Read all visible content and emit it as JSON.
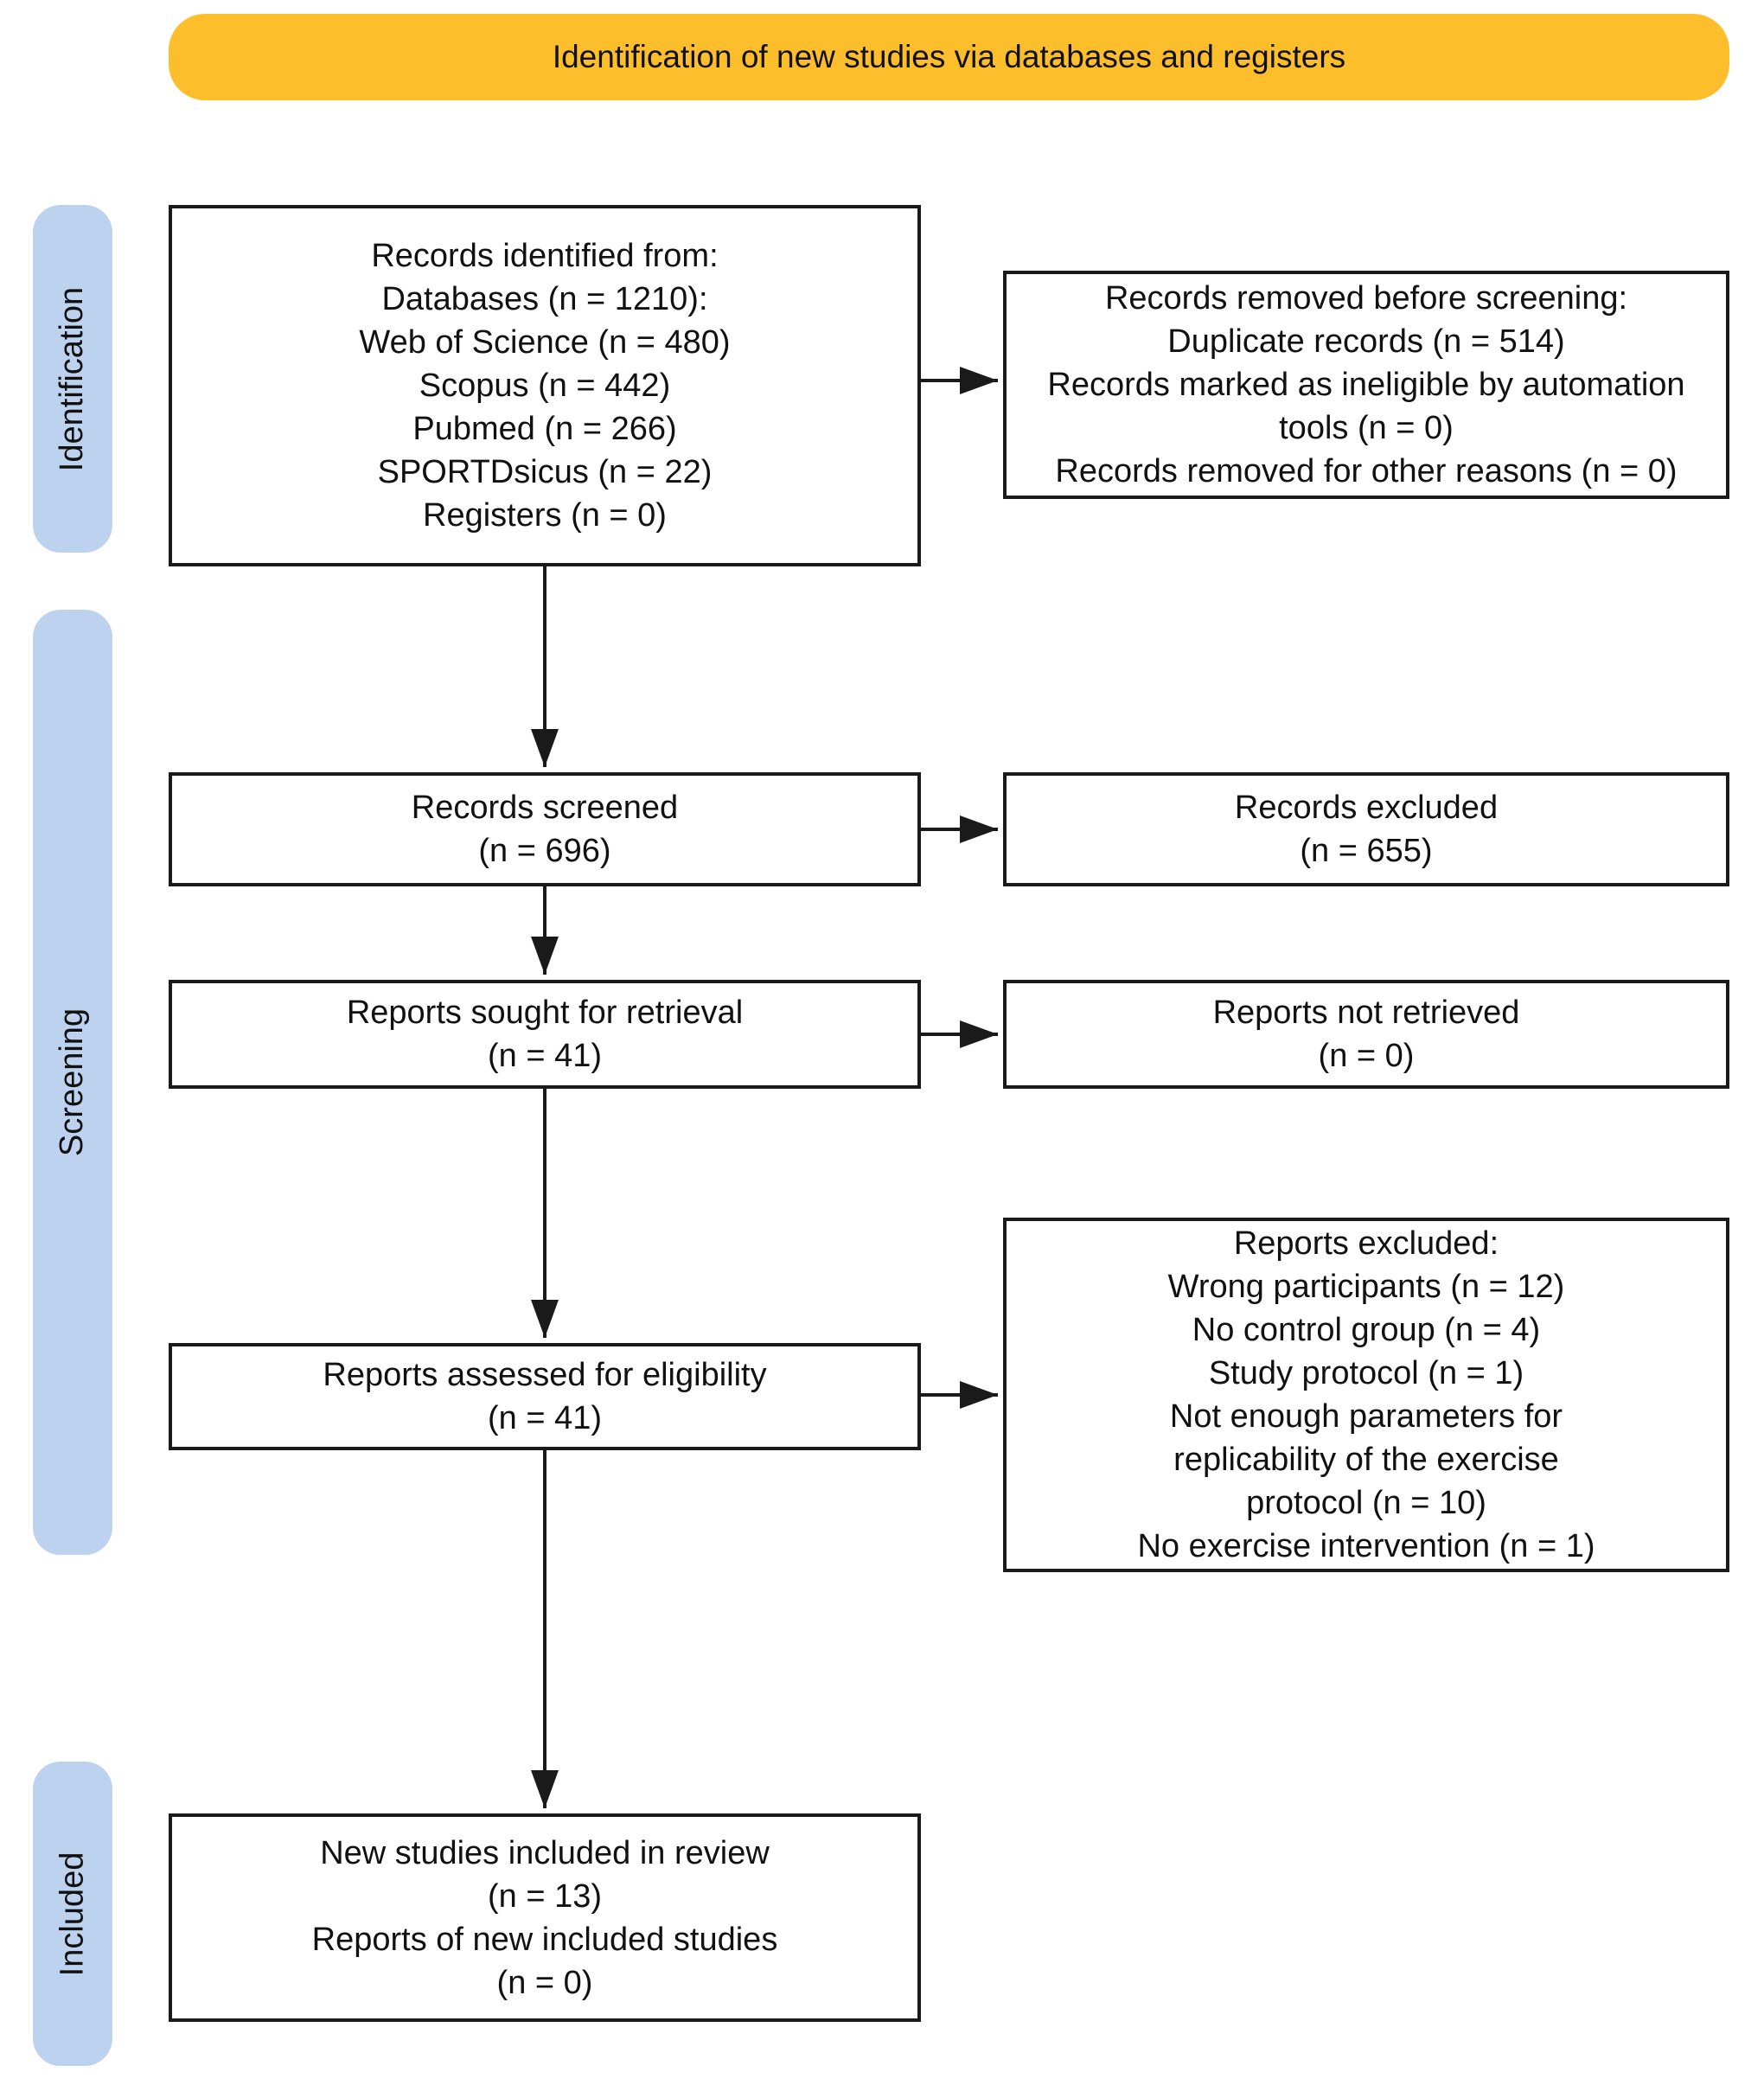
{
  "banner": {
    "label": "Identification of new studies via databases and registers",
    "background": "#FDBE2C"
  },
  "stages": [
    {
      "label": "Identification"
    },
    {
      "label": "Screening"
    },
    {
      "label": "Included"
    }
  ],
  "colors": {
    "banner_background": "#FDBE2C",
    "stage_background": "#BDD2EE",
    "box_border": "#1a1a1a",
    "arrow": "#1a1a1a"
  },
  "boxes": {
    "records_identified": {
      "lines": [
        "Records identified from:",
        "Databases (n = 1210):",
        "Web of Science (n = 480)",
        "Scopus (n = 442)",
        "Pubmed (n = 266)",
        "SPORTDsicus (n = 22)",
        "Registers (n = 0)"
      ]
    },
    "records_removed": {
      "lines": [
        "Records removed before screening:",
        "Duplicate records (n = 514)",
        "Records marked as ineligible by automation",
        "tools (n = 0)",
        "Records removed for other reasons (n = 0)"
      ]
    },
    "records_screened": {
      "lines": [
        "Records screened",
        "(n = 696)"
      ]
    },
    "records_excluded": {
      "lines": [
        "Records excluded",
        "(n = 655)"
      ]
    },
    "reports_sought": {
      "lines": [
        "Reports sought for retrieval",
        "(n = 41)"
      ]
    },
    "reports_not_retrieved": {
      "lines": [
        "Reports not retrieved",
        "(n = 0)"
      ]
    },
    "reports_assessed": {
      "lines": [
        "Reports assessed for eligibility",
        "(n = 41)"
      ]
    },
    "reports_excluded": {
      "lines": [
        "Reports excluded:",
        "Wrong participants (n = 12)",
        "No control group (n = 4)",
        "Study protocol (n = 1)",
        "Not enough parameters for",
        "replicability of the exercise",
        "protocol (n = 10)",
        "No exercise intervention (n = 1)"
      ]
    },
    "new_studies_included": {
      "lines": [
        "New studies included in review",
        "(n = 13)",
        "Reports of new included studies",
        "(n = 0)"
      ]
    }
  }
}
